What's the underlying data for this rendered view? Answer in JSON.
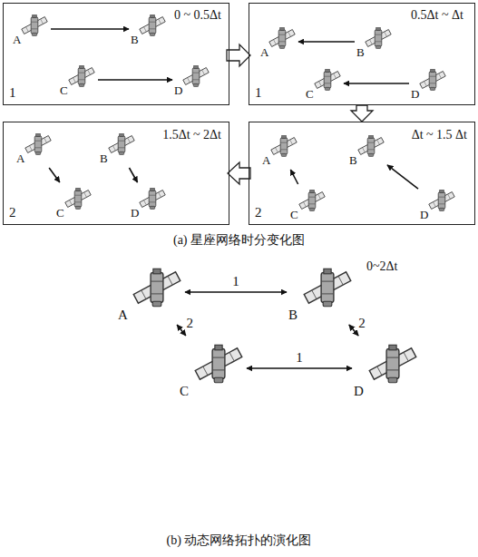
{
  "diagram": {
    "nodes": [
      {
        "text": [
          "0 ~ 0.5Δt",
          "1"
        ]
      },
      {
        "text": [
          "A"
        ],
        "in": 0
      },
      {
        "text": [
          "B"
        ],
        "in": 0
      },
      {
        "text": [
          "C"
        ],
        "in": 0
      },
      {
        "text": [
          "D"
        ],
        "in": 0
      },
      {
        "text": [
          "0.5Δt ~ Δt",
          "1"
        ]
      },
      {
        "text": [
          "A"
        ],
        "in": 5
      },
      {
        "text": [
          "B"
        ],
        "in": 5
      },
      {
        "text": [
          "C"
        ],
        "in": 5
      },
      {
        "text": [
          "D"
        ],
        "in": 5
      },
      {
        "text": [
          "1.5Δt ~ 2Δt",
          "2"
        ]
      },
      {
        "text": [
          "A"
        ],
        "in": 10
      },
      {
        "text": [
          "B"
        ],
        "in": 10
      },
      {
        "text": [
          "C"
        ],
        "in": 10
      },
      {
        "text": [
          "D"
        ],
        "in": 10
      },
      {
        "text": [
          "Δt ~ 1.5 Δt",
          "2"
        ]
      },
      {
        "text": [
          "A"
        ],
        "in": 15
      },
      {
        "text": [
          "B"
        ],
        "in": 15
      },
      {
        "text": [
          "C"
        ],
        "in": 15
      },
      {
        "text": [
          "D"
        ],
        "in": 15
      },
      {
        "text": [
          "A"
        ]
      },
      {
        "text": [
          "B"
        ]
      },
      {
        "text": [
          "C"
        ]
      },
      {
        "text": [
          "D"
        ]
      }
    ],
    "edges": [
      {
        "from": 1,
        "to": 2,
        "arrow": "to"
      },
      {
        "from": 3,
        "to": 4,
        "arrow": "to"
      },
      {
        "from": 7,
        "to": 6,
        "arrow": "to"
      },
      {
        "from": 9,
        "to": 8,
        "arrow": "to"
      },
      {
        "from": 11,
        "to": 13,
        "arrow": "to"
      },
      {
        "from": 12,
        "to": 14,
        "arrow": "to"
      },
      {
        "from": 18,
        "to": 16,
        "arrow": "to"
      },
      {
        "from": 19,
        "to": 17,
        "arrow": "to"
      },
      {
        "from": 20,
        "to": 21,
        "label": "1",
        "arrow": "both"
      },
      {
        "from": 20,
        "to": 22,
        "label": "2",
        "arrow": "both"
      },
      {
        "from": 22,
        "to": 23,
        "label": "1",
        "arrow": "both"
      },
      {
        "from": 21,
        "to": 23,
        "label": "2",
        "arrow": "both"
      }
    ],
    "labels": [
      "(a) 星座网络时分变化图",
      "0~2Δt",
      "(b) 动态网络拓扑的演化图"
    ]
  }
}
